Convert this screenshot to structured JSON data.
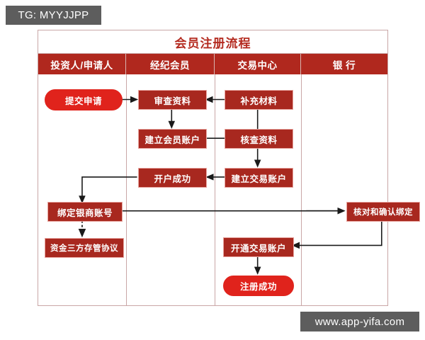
{
  "watermarks": {
    "telegram": "TG: MYYJJPP",
    "site": "www.app-yifa.com"
  },
  "flowchart": {
    "title": "会员注册流程",
    "columns": [
      {
        "label": "投资人/申请人"
      },
      {
        "label": "经纪会员"
      },
      {
        "label": "交易中心"
      },
      {
        "label": "银  行"
      }
    ],
    "nodes": [
      {
        "id": "submit-application",
        "label": "提交申请",
        "shape": "pill",
        "column": 0
      },
      {
        "id": "review-materials",
        "label": "审查资料",
        "shape": "rect",
        "column": 1
      },
      {
        "id": "supplement-materials",
        "label": "补充材料",
        "shape": "rect",
        "column": 2
      },
      {
        "id": "create-member-account",
        "label": "建立会员账户",
        "shape": "rect",
        "column": 1
      },
      {
        "id": "verify-materials",
        "label": "核查资料",
        "shape": "rect",
        "column": 2
      },
      {
        "id": "account-opened",
        "label": "开户成功",
        "shape": "rect",
        "column": 1
      },
      {
        "id": "create-trade-account",
        "label": "建立交易账户",
        "shape": "rect",
        "column": 2
      },
      {
        "id": "bind-bank-account",
        "label": "绑定银商账号",
        "shape": "rect",
        "column": 0
      },
      {
        "id": "third-party-custody",
        "label": "资金三方存管协议",
        "shape": "rect",
        "column": 0
      },
      {
        "id": "confirm-binding",
        "label": "核对和确认绑定",
        "shape": "rect",
        "column": 3
      },
      {
        "id": "activate-trade-account",
        "label": "开通交易账户",
        "shape": "rect",
        "column": 2
      },
      {
        "id": "registration-success",
        "label": "注册成功",
        "shape": "pill",
        "column": 2
      }
    ]
  },
  "colors": {
    "title_text": "#b42b20",
    "header_bg": "#b0281e",
    "node_rect": "#a8281f",
    "node_pill": "#e0231c",
    "grid_line": "#c9a6a6",
    "connector": "#1a1a1a",
    "watermark_bg": "#5d5d5d"
  }
}
